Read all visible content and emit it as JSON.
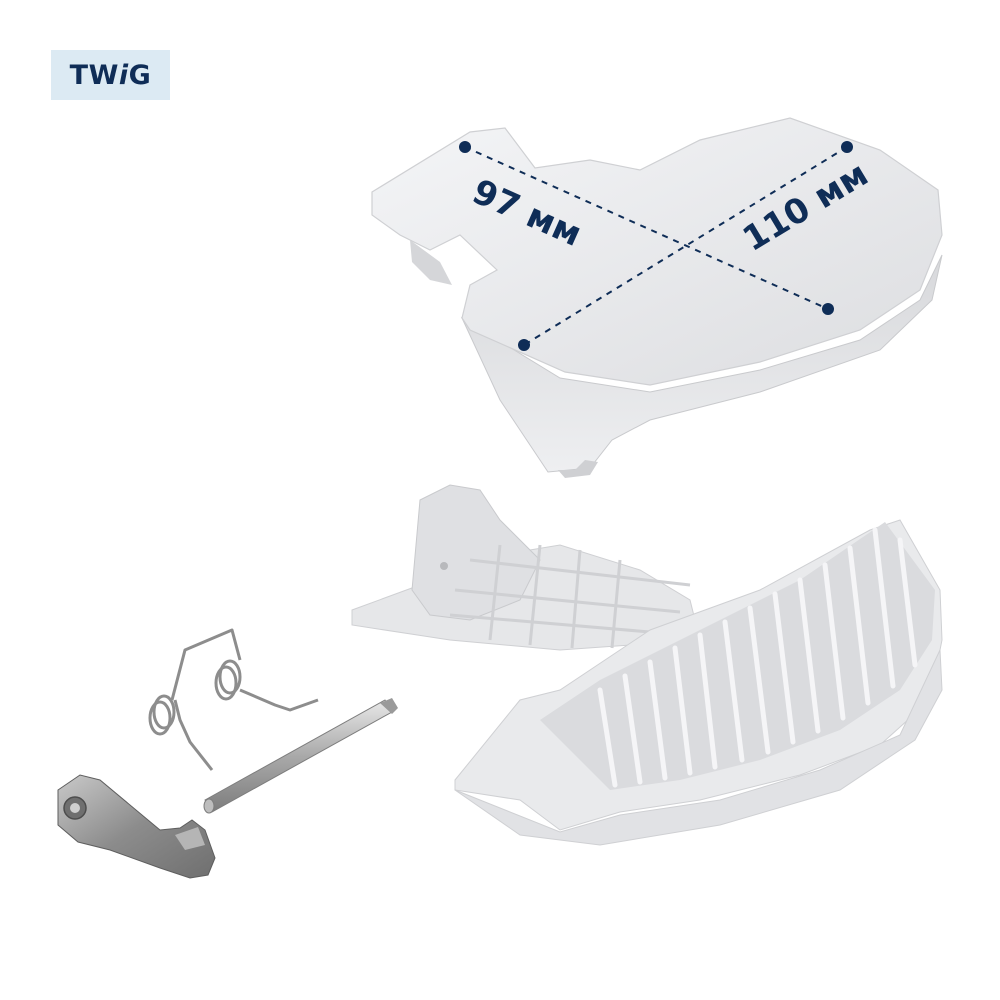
{
  "brand": {
    "prefix": "TW",
    "italic_letter": "i",
    "suffix": "G",
    "text_color": "#0f2d57",
    "badge_color": "#dceaf3"
  },
  "dimensions": {
    "width_label": "97 мм",
    "length_label": "110 мм",
    "line_color": "#0f2d57"
  },
  "parts": {
    "handle_color": "#e9eaec",
    "metal_color": "#9a9a9a"
  }
}
